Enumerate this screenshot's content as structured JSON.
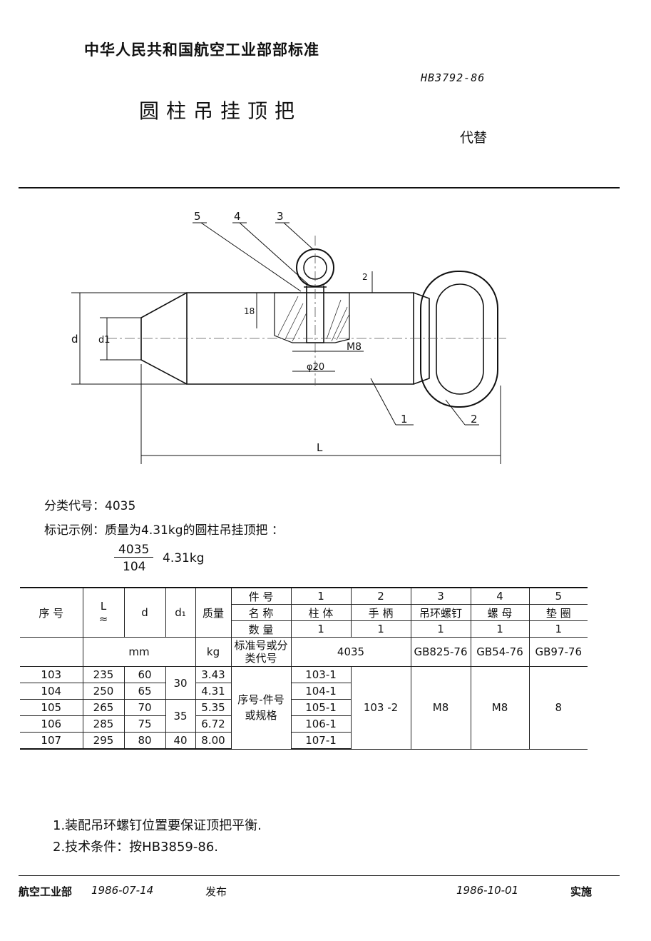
{
  "header": {
    "organization": "中华人民共和国航空工业部部标准",
    "standard_code": "HB3792-86",
    "title": "圆柱吊挂顶把",
    "replaces": "代替"
  },
  "drawing": {
    "callouts": [
      "5",
      "4",
      "3",
      "2",
      "1"
    ],
    "dim_d": "d",
    "dim_d1": "d1",
    "dim_L": "L",
    "dim_18": "18",
    "dim_2": "2",
    "dim_m8": "M8",
    "dim_phi20": "φ20"
  },
  "info": {
    "classification": "分类代号：4035",
    "marking_example": "标记示例：质量为4.31kg的圆柱吊挂顶把 ：",
    "mark_numerator": "4035",
    "mark_denominator": "104",
    "mark_mass": "4.31kg"
  },
  "table": {
    "h_serial": "序 号",
    "h_L": "L",
    "h_approx": "≈",
    "h_d": "d",
    "h_d1": "d₁",
    "h_mass": "质量",
    "h_part_no": "件 号",
    "h_name": "名 称",
    "h_qty": "数 量",
    "h_std": "标准号或分类代号",
    "h_mm": "mm",
    "h_kg": "kg",
    "parts": [
      {
        "no": "1",
        "name": "柱 体",
        "qty": "1"
      },
      {
        "no": "2",
        "name": "手 柄",
        "qty": "1"
      },
      {
        "no": "3",
        "name": "吊环螺钉",
        "qty": "1"
      },
      {
        "no": "4",
        "name": "螺 母",
        "qty": "1"
      },
      {
        "no": "5",
        "name": "垫 圈",
        "qty": "1"
      }
    ],
    "std_4035": "4035",
    "std_3": "GB825-76",
    "std_4": "GB54-76",
    "std_5": "GB97-76",
    "spec_label": "序号-件号或规格",
    "rows": [
      {
        "serial": "103",
        "L": "235",
        "d": "60",
        "mass": "3.43",
        "part1": "103-1"
      },
      {
        "serial": "104",
        "L": "250",
        "d": "65",
        "mass": "4.31",
        "part1": "104-1"
      },
      {
        "serial": "105",
        "L": "265",
        "d": "70",
        "mass": "5.35",
        "part1": "105-1"
      },
      {
        "serial": "106",
        "L": "285",
        "d": "75",
        "mass": "6.72",
        "part1": "106-1"
      },
      {
        "serial": "107",
        "L": "295",
        "d": "80",
        "mass": "8.00",
        "part1": "107-1"
      }
    ],
    "d1_a": "30",
    "d1_b": "35",
    "d1_c": "40",
    "col2_val": "103 -2",
    "col3_val": "M8",
    "col4_val": "M8",
    "col5_val": "8"
  },
  "notes": [
    "1.装配吊环螺钉位置要保证顶把平衡.",
    "2.技术条件：按HB3859-86."
  ],
  "footer": {
    "issuer": "航空工业部",
    "issue_date": "1986-07-14",
    "issued": "发布",
    "effective_date": "1986-10-01",
    "effective": "实施"
  }
}
